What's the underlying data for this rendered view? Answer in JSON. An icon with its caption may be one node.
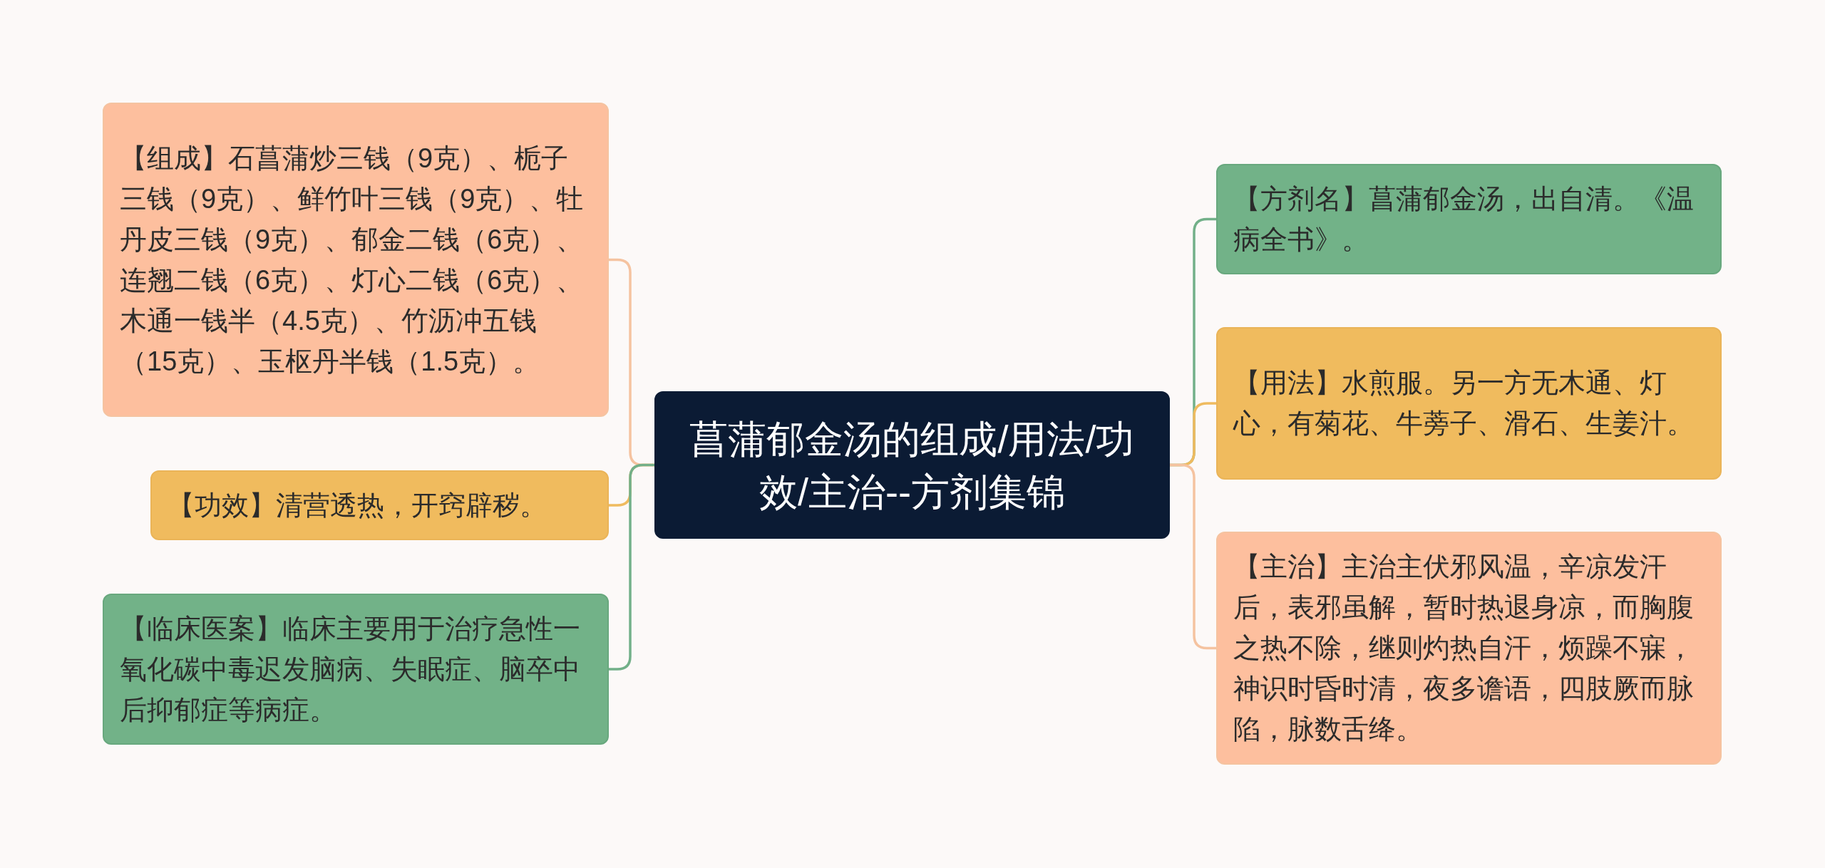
{
  "diagram": {
    "nodes": [
      {
        "text": [
          "菖蒲郁金汤的组成/用法/功效/主治--方剂集锦"
        ]
      },
      {
        "text": [
          "【组成】石菖蒲炒三钱（9克）、栀子三钱（9克）、鲜竹叶三钱（9克）、牡丹皮三钱（9克）、郁金二钱（6克）、连翘二钱（6克）、灯心二钱（6克）、木通一钱半（4.5克）、竹沥冲五钱（15克）、玉枢丹半钱（1.5克）。"
        ]
      },
      {
        "text": [
          "【功效】清营透热，开窍辟秽。"
        ]
      },
      {
        "text": [
          "【临床医案】临床主要用于治疗急性一氧化碳中毒迟发脑病、失眠症、脑卒中后抑郁症等病症。"
        ]
      },
      {
        "text": [
          "【方剂名】菖蒲郁金汤，出自清。《温病全书》。"
        ]
      },
      {
        "text": [
          "【用法】水煎服。另一方无木通、灯心，有菊花、牛蒡子、滑石、生姜汁。"
        ]
      },
      {
        "text": [
          "【主治】主治主伏邪风温，辛凉发汗后，表邪虽解，暂时热退身凉，而胸腹之热不除，继则灼热自汗，烦躁不寐，神识时昏时清，夜多谵语，四肢厥而脉陷，脉数舌绛。"
        ]
      }
    ],
    "edges": [
      {
        "from": 0,
        "to": 1,
        "arrow": "none",
        "color": "#f5c3a0"
      },
      {
        "from": 0,
        "to": 2,
        "arrow": "none",
        "color": "#efbb5f"
      },
      {
        "from": 0,
        "to": 3,
        "arrow": "none",
        "color": "#72b089"
      },
      {
        "from": 0,
        "to": 4,
        "arrow": "none",
        "color": "#72b089"
      },
      {
        "from": 0,
        "to": 5,
        "arrow": "none",
        "color": "#efbb5f"
      },
      {
        "from": 0,
        "to": 6,
        "arrow": "none",
        "color": "#f5c3a0"
      }
    ]
  }
}
